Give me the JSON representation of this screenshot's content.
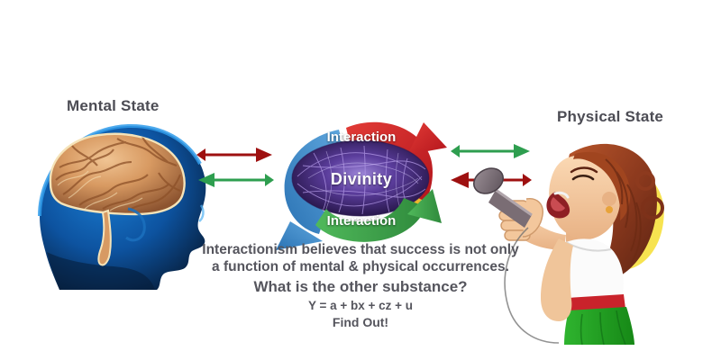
{
  "labels": {
    "mental_state": "Mental State",
    "physical_state": "Physical State"
  },
  "cycle": {
    "top_label": "Interaction",
    "bottom_label": "Interaction",
    "center_label": "Divinity",
    "colors": {
      "blue_arc": "#3d8ecb",
      "red_arc": "#cf2027",
      "green_arc": "#3faa4b",
      "yellow_arc": "#f2c12e",
      "core": "#3b2260"
    }
  },
  "connectors": {
    "left_top": {
      "icon": "arrow-right-icon",
      "color": "#9e1010",
      "direction": "right"
    },
    "left_bottom": {
      "icon": "arrow-left-icon",
      "color": "#2e9e4f",
      "direction": "left"
    },
    "right_top": {
      "icon": "arrow-right-icon",
      "color": "#2e9e4f",
      "direction": "right"
    },
    "right_bottom": {
      "icon": "arrow-left-icon",
      "color": "#9e1010",
      "direction": "left"
    }
  },
  "caption": {
    "line1": "Interactionism believes that success is not only",
    "line2": "a function of mental & physical occurrences.",
    "line3": "What is the other substance?",
    "equation": "Y = a + bx + cz + u",
    "cta": "Find Out!"
  },
  "figures": {
    "mental": {
      "icon": "brain-head-icon",
      "head_color": "#0f5fae",
      "brain_color": "#d79a63"
    },
    "physical": {
      "icon": "singer-microphone-icon",
      "hair_color": "#8d3a1e",
      "skirt_color": "#2aa02a",
      "belt_color": "#c9232b"
    }
  },
  "theme": {
    "background": "#ffffff",
    "text_color": "#55555d"
  }
}
